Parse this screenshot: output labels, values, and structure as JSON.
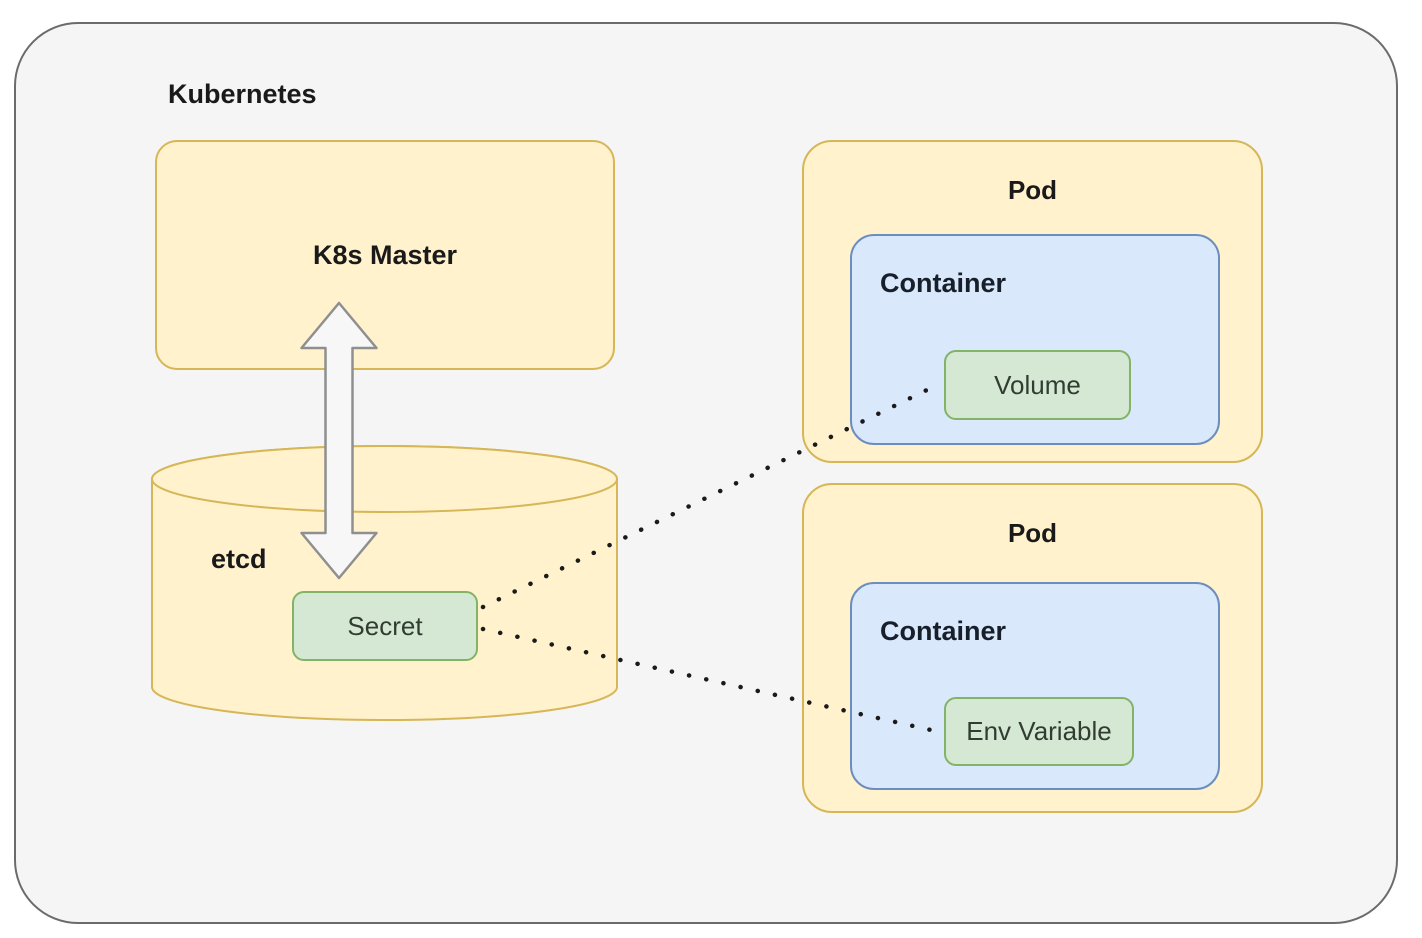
{
  "diagram": {
    "title": "Kubernetes",
    "master": {
      "label": "K8s Master"
    },
    "etcd": {
      "label": "etcd",
      "secret_label": "Secret"
    },
    "pods": [
      {
        "label": "Pod",
        "container_label": "Container",
        "resource_label": "Volume"
      },
      {
        "label": "Pod",
        "container_label": "Container",
        "resource_label": "Env Variable"
      }
    ],
    "connections": [
      {
        "from": "Secret",
        "to": "Volume",
        "style": "dotted"
      },
      {
        "from": "Secret",
        "to": "Env Variable",
        "style": "dotted"
      },
      {
        "from": "K8s Master",
        "to": "etcd",
        "style": "double-arrow"
      }
    ],
    "colors": {
      "outer_fill": "#f5f5f5",
      "outer_stroke": "#6b6b6b",
      "yellow_fill": "#fff2cc",
      "yellow_stroke": "#d6b656",
      "blue_fill": "#dae8fc",
      "blue_stroke": "#6c8ebf",
      "green_fill": "#d5e8d4",
      "green_stroke": "#82b366",
      "arrow_fill": "#f7f7f7",
      "arrow_stroke": "#8f8f8f",
      "dotted_line": "#1a1a1a"
    }
  }
}
